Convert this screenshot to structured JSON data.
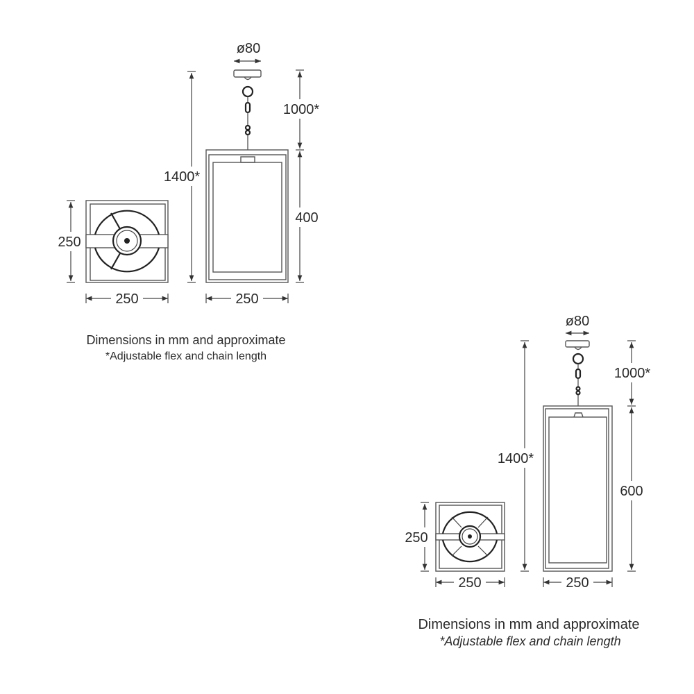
{
  "drawings": [
    {
      "canopy_diameter": "ø80",
      "overall_height": "1400*",
      "chain_length": "1000*",
      "lantern_height": "400",
      "plan_depth": "250",
      "plan_width": "250",
      "lantern_width": "250",
      "note_line1": "Dimensions in mm and approximate",
      "note_line2": "*Adjustable flex and chain length"
    },
    {
      "canopy_diameter": "ø80",
      "overall_height": "1400*",
      "chain_length": "1000*",
      "lantern_height": "600",
      "plan_depth": "250",
      "plan_width": "250",
      "lantern_width": "250",
      "note_line1": "Dimensions in mm and approximate",
      "note_line2": "*Adjustable flex and chain length"
    }
  ],
  "colors": {
    "line": "#444444",
    "text": "#2a2a2a"
  }
}
